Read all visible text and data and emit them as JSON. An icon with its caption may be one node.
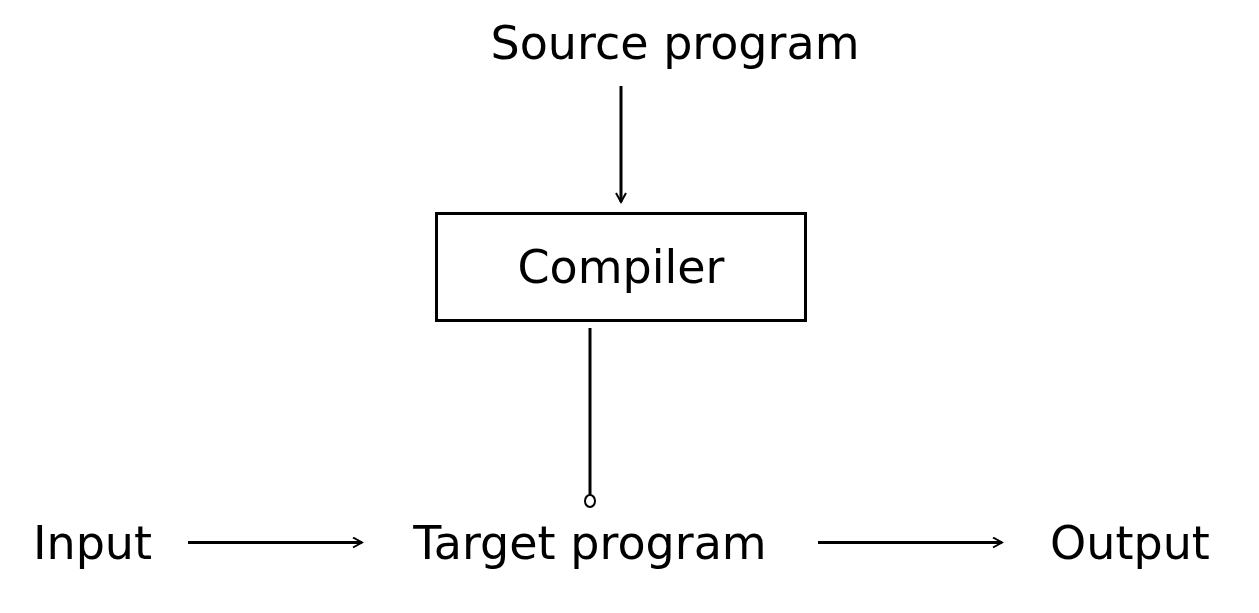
{
  "diagram": {
    "nodes": [
      {
        "text": [
          "Source program"
        ]
      },
      {
        "text": [
          "Compiler"
        ]
      },
      {
        "text": [
          "Input"
        ]
      },
      {
        "text": [
          "Target program"
        ]
      },
      {
        "text": [
          "Output"
        ]
      }
    ],
    "edges": [
      {
        "from": 0,
        "to": 1,
        "arrow": "to"
      },
      {
        "from": 1,
        "to": 3,
        "arrow": "other"
      },
      {
        "from": 2,
        "to": 3,
        "arrow": "to"
      },
      {
        "from": 3,
        "to": 4,
        "arrow": "to"
      }
    ]
  }
}
